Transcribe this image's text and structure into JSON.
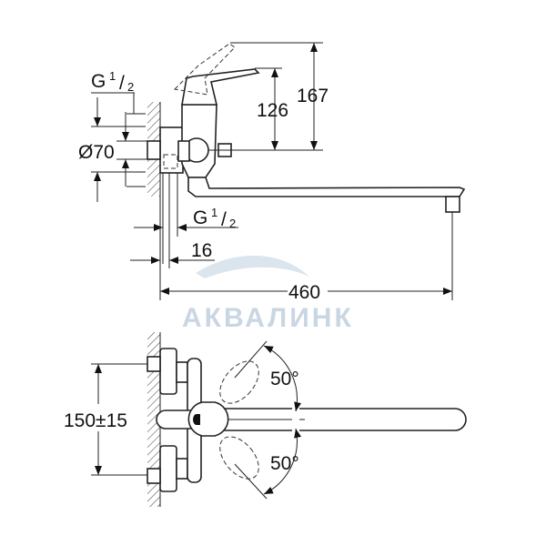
{
  "side_view": {
    "thread_top": {
      "letter": "G",
      "num": "1",
      "den": "2"
    },
    "diameter_label": "Ø70",
    "thread_bottom": {
      "letter": "G",
      "num": "1",
      "den": "2"
    },
    "dim_16": "16",
    "dim_126": "126",
    "dim_167": "167",
    "dim_460": "460"
  },
  "top_view": {
    "dim_spacing": "150±15",
    "angle_upper": "50°",
    "angle_lower": "50°"
  },
  "watermark": "АКВАЛИНК",
  "colors": {
    "line": "#222222",
    "watermark": "#c9d6e3"
  }
}
